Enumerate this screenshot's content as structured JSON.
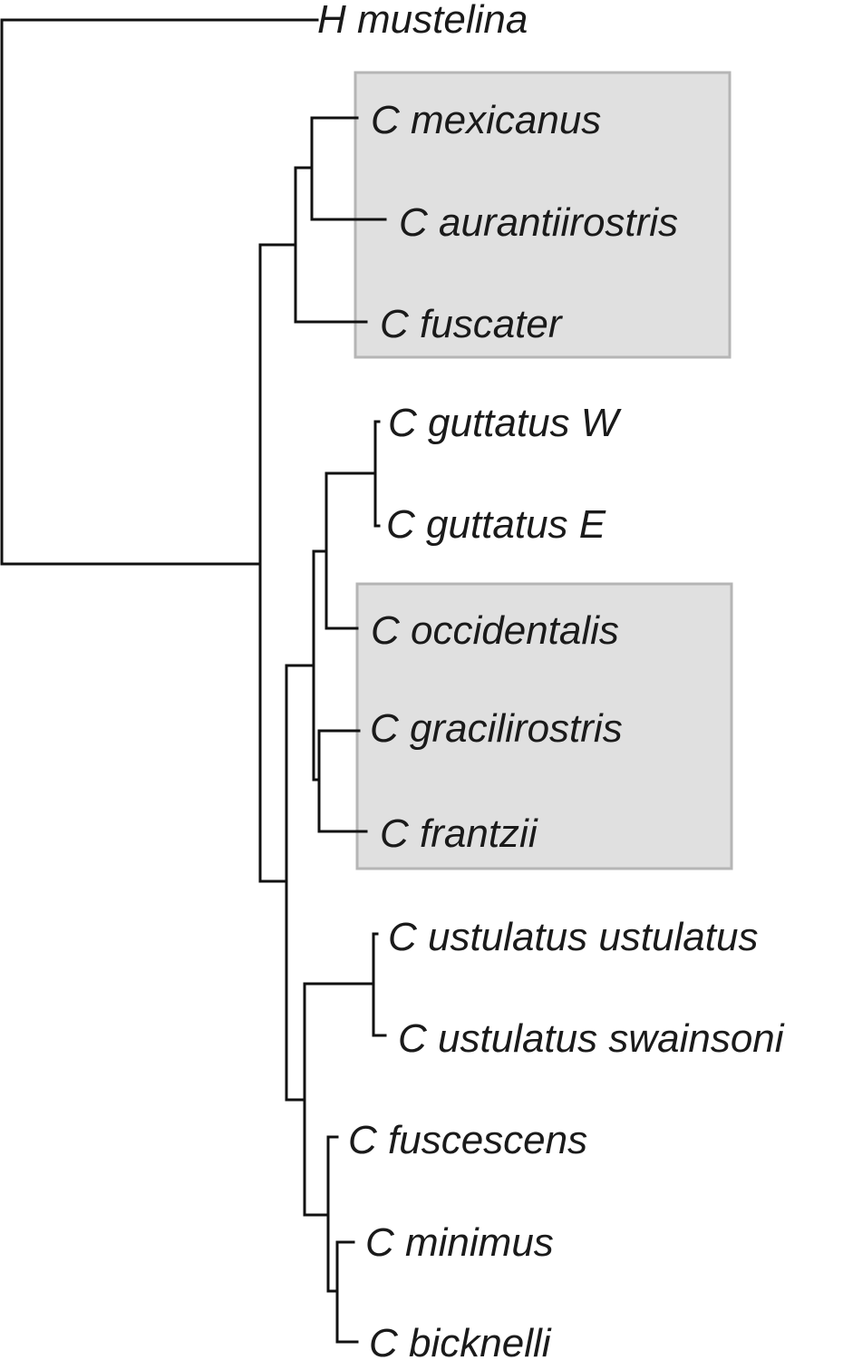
{
  "tree": {
    "taxa": [
      {
        "id": "h-mustelina",
        "label": "H mustelina"
      },
      {
        "id": "c-mexicanus",
        "label": "C mexicanus",
        "highlighted": true
      },
      {
        "id": "c-aurantiirostris",
        "label": "C aurantiirostris",
        "highlighted": true
      },
      {
        "id": "c-fuscater",
        "label": "C fuscater",
        "highlighted": true
      },
      {
        "id": "c-guttatus-w",
        "label": "C guttatus W"
      },
      {
        "id": "c-guttatus-e",
        "label": "C guttatus E"
      },
      {
        "id": "c-occidentalis",
        "label": "C occidentalis",
        "highlighted": true
      },
      {
        "id": "c-gracilirostris",
        "label": "C gracilirostris",
        "highlighted": true
      },
      {
        "id": "c-frantzii",
        "label": "C frantzii",
        "highlighted": true
      },
      {
        "id": "c-ustulatus-ustulatus",
        "label": "C ustulatus ustulatus"
      },
      {
        "id": "c-ustulatus-swainsoni",
        "label": "C ustulatus swainsoni"
      },
      {
        "id": "c-fuscescens",
        "label": "C fuscescens"
      },
      {
        "id": "c-minimus",
        "label": "C minimus"
      },
      {
        "id": "c-bicknelli",
        "label": "C bicknelli"
      }
    ],
    "highlight_color": "#e0e0e0",
    "highlight_border_color": "#b5b5b5",
    "branch_color": "#111111"
  }
}
